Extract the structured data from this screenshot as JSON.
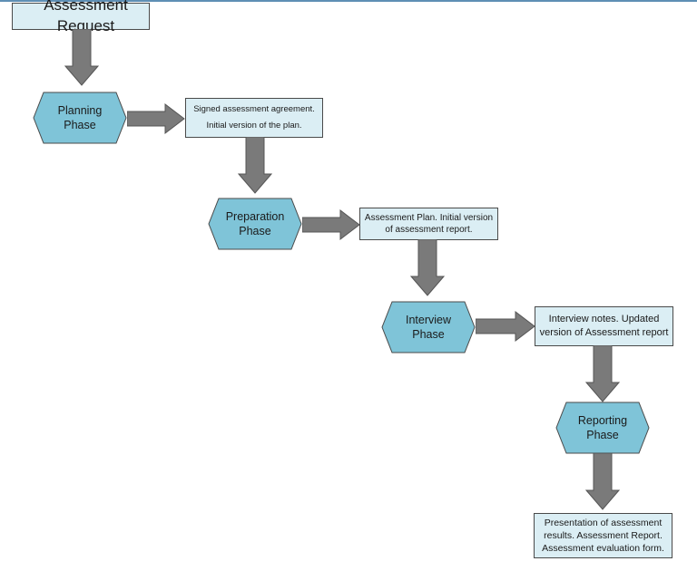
{
  "colors": {
    "phase_fill": "#7fc4d8",
    "box_fill": "#dbeef4",
    "arrow_fill": "#7a7a7a",
    "border": "#4a4a4a",
    "top_line": "#5e8fb4"
  },
  "start": {
    "label": "Assessment Request"
  },
  "phases": [
    {
      "label": "Planning\nPhase"
    },
    {
      "label": "Preparation\nPhase"
    },
    {
      "label": "Interview\nPhase"
    },
    {
      "label": "Reporting\nPhase"
    }
  ],
  "outputs": [
    {
      "text": "Signed assessment agreement.\nInitial version of the plan."
    },
    {
      "text": "Assessment  Plan. Initial version\nof assessment report."
    },
    {
      "text": "Interview notes. Updated\nversion of Assessment report"
    },
    {
      "text": "Presentation of assessment\nresults. Assessment Report.\nAssessment  evaluation form."
    }
  ]
}
